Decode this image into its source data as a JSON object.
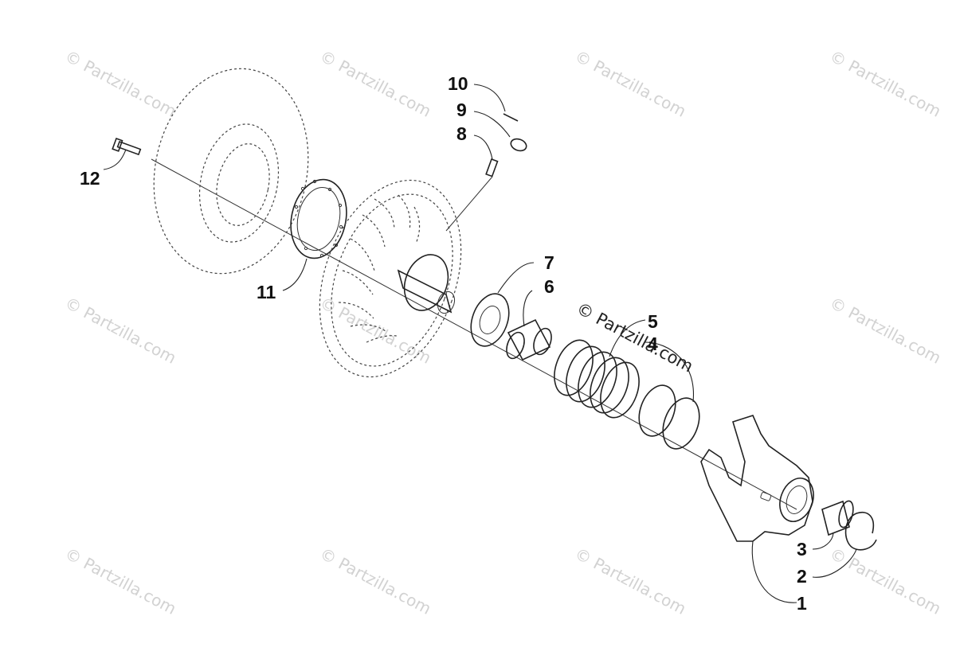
{
  "watermark": {
    "text": "© Partzilla.com"
  },
  "callouts": {
    "c1": "1",
    "c2": "2",
    "c3": "3",
    "c4": "4",
    "c5": "5",
    "c6": "6",
    "c7": "7",
    "c8": "8",
    "c9": "9",
    "c10": "10",
    "c11": "11",
    "c12": "12"
  },
  "colors": {
    "line": "#222222",
    "watermark": "#d2d2d2",
    "background": "#ffffff"
  }
}
